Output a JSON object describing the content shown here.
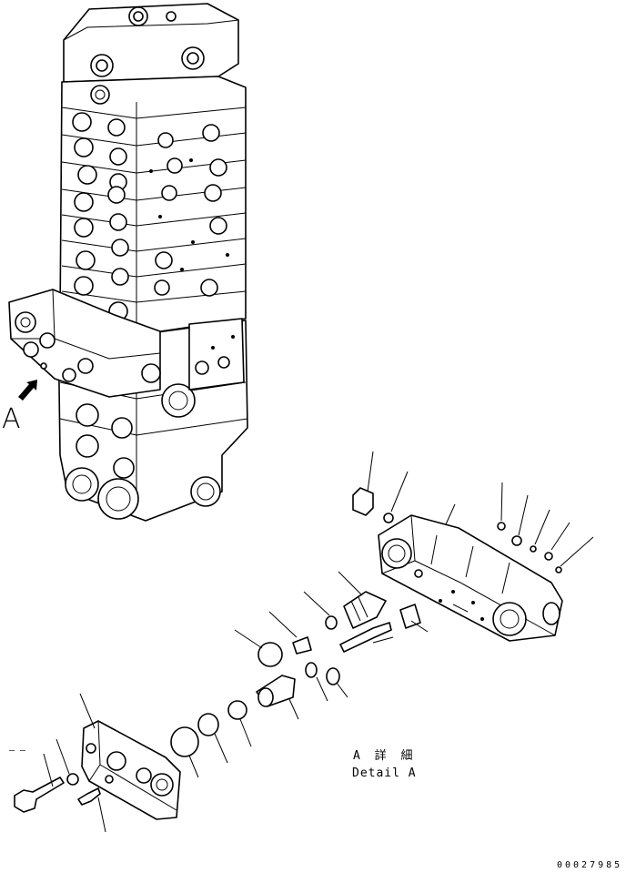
{
  "callout_label": "A",
  "detail_title_jp": "A 詳 細",
  "detail_title_en": "Detail A",
  "drawing_number": "00027985",
  "leader_dash": "– –"
}
